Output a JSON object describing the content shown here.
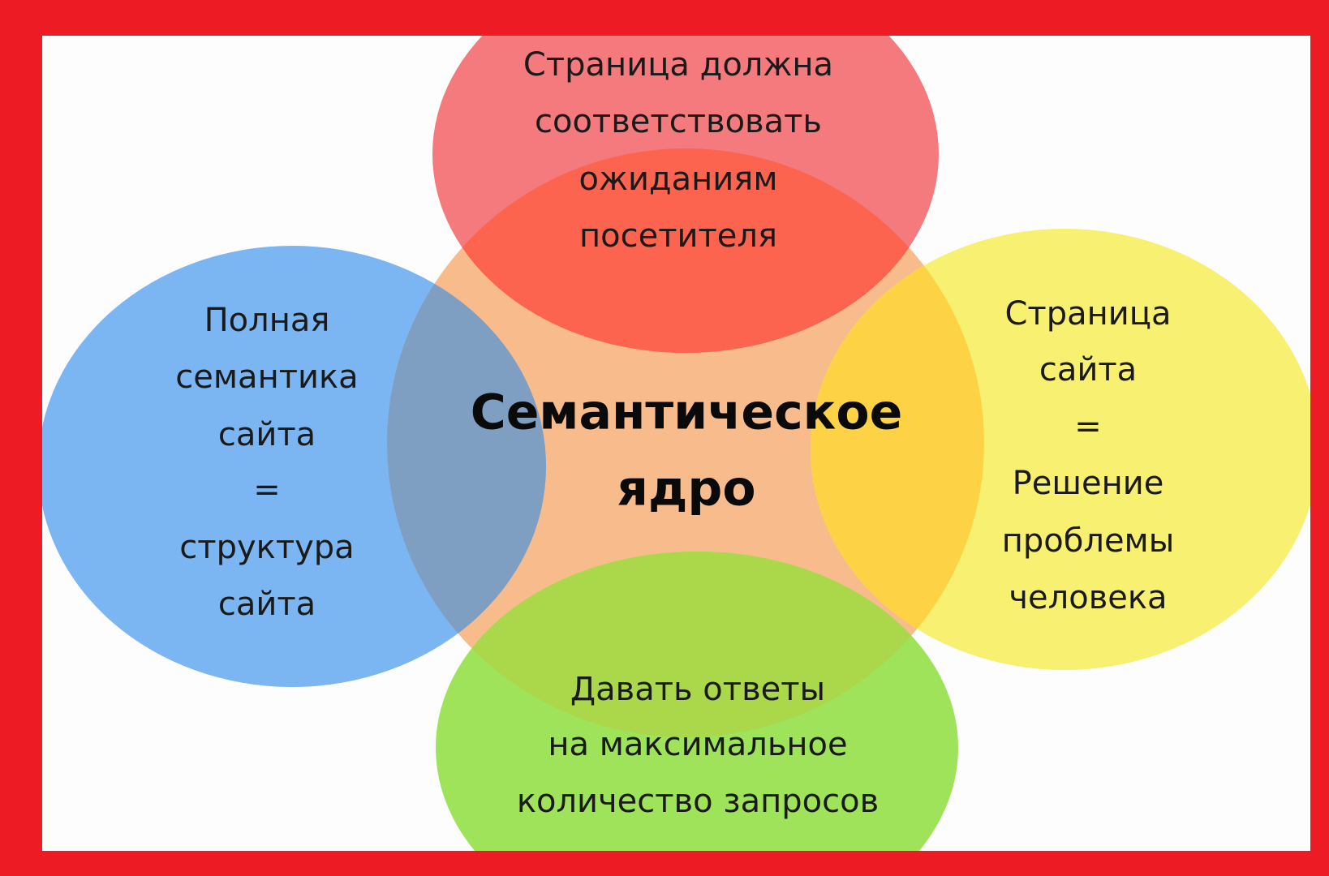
{
  "colors": {
    "frame": "#ed1c24",
    "background": "#fdfdfd",
    "core": "#f8bc8c",
    "top": "#f47a7e",
    "left": "#7cb6f2",
    "right": "#f8f070",
    "bottom": "#9fe35a"
  },
  "core": {
    "lines": [
      "Семантическое",
      "ядро"
    ]
  },
  "top": {
    "lines": [
      "Страница должна",
      "соответствовать",
      "ожиданиям",
      "посетителя"
    ]
  },
  "left": {
    "lines": [
      "Полная",
      "семантика",
      "сайта",
      "=",
      "структура",
      "сайта"
    ]
  },
  "right": {
    "lines": [
      "Страница",
      "сайта",
      "=",
      "Решение",
      "проблемы",
      "человека"
    ]
  },
  "bottom": {
    "lines": [
      "Давать ответы",
      "на максимальное",
      "количество запросов"
    ]
  }
}
